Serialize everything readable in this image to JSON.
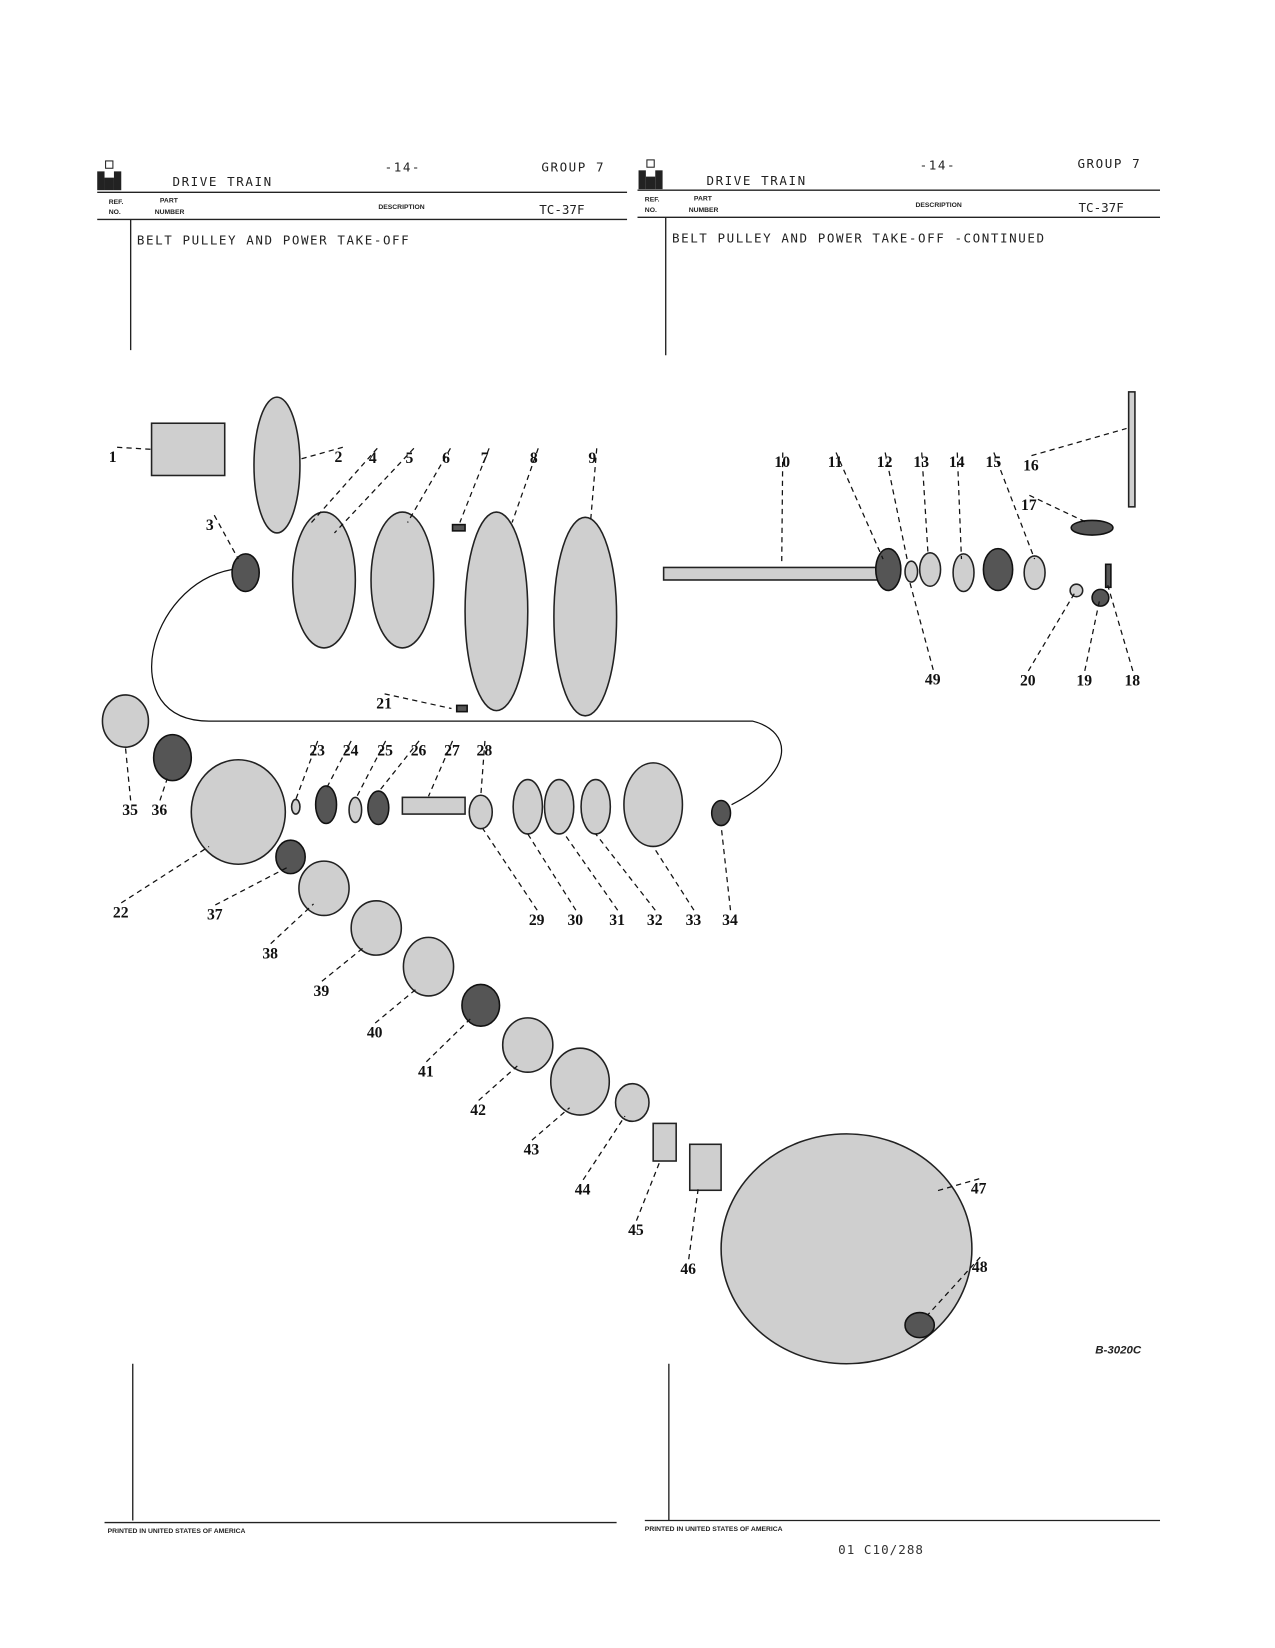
{
  "left_page": {
    "section": "DRIVE TRAIN",
    "page_number": "-14-",
    "group": "GROUP  7",
    "col_ref_1": "REF.",
    "col_ref_2": "NO.",
    "col_part_1": "PART",
    "col_part_2": "NUMBER",
    "col_description": "DESCRIPTION",
    "catalog_code": "TC-37F",
    "heading": "BELT PULLEY AND POWER TAKE-OFF",
    "footer": "PRINTED IN UNITED STATES OF AMERICA"
  },
  "right_page": {
    "section": "DRIVE TRAIN",
    "page_number": "-14-",
    "group": "GROUP  7",
    "col_ref_1": "REF.",
    "col_ref_2": "NO.",
    "col_part_1": "PART",
    "col_part_2": "NUMBER",
    "col_description": "DESCRIPTION",
    "catalog_code": "TC-37F",
    "heading": "BELT PULLEY AND POWER TAKE-OFF  -CONTINUED",
    "footer": "PRINTED IN UNITED STATES OF AMERICA"
  },
  "diagram": {
    "illustration_code": "B-3020C",
    "callouts": [
      "1",
      "2",
      "3",
      "4",
      "5",
      "6",
      "7",
      "8",
      "9",
      "10",
      "11",
      "12",
      "13",
      "14",
      "15",
      "16",
      "17",
      "18",
      "19",
      "20",
      "21",
      "22",
      "23",
      "24",
      "25",
      "26",
      "27",
      "28",
      "29",
      "30",
      "31",
      "32",
      "33",
      "34",
      "35",
      "36",
      "37",
      "38",
      "39",
      "40",
      "41",
      "42",
      "43",
      "44",
      "45",
      "46",
      "47",
      "48",
      "49"
    ]
  },
  "document_code": "01 C10/288"
}
